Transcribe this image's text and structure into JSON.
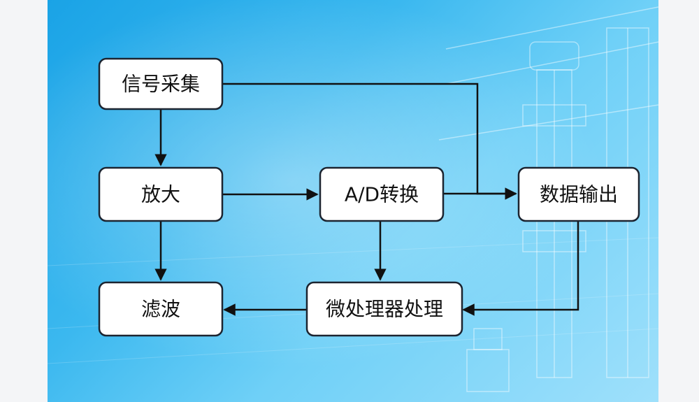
{
  "diagram": {
    "nodes": [
      {
        "id": "signal-acquisition",
        "label": "信号采集"
      },
      {
        "id": "amplify",
        "label": "放大"
      },
      {
        "id": "ad-convert",
        "label": "A/D转换"
      },
      {
        "id": "data-output",
        "label": "数据输出"
      },
      {
        "id": "filter",
        "label": "滤波"
      },
      {
        "id": "mcu-process",
        "label": "微处理器处理"
      }
    ],
    "edges": [
      {
        "from": "signal-acquisition",
        "to": "amplify"
      },
      {
        "from": "signal-acquisition",
        "to": "data-output"
      },
      {
        "from": "amplify",
        "to": "ad-convert"
      },
      {
        "from": "amplify",
        "to": "filter"
      },
      {
        "from": "ad-convert",
        "to": "data-output"
      },
      {
        "from": "ad-convert",
        "to": "mcu-process"
      },
      {
        "from": "data-output",
        "to": "mcu-process"
      },
      {
        "from": "mcu-process",
        "to": "filter"
      }
    ],
    "colors": {
      "background": "#2bb0ea",
      "node_fill": "#ffffff",
      "stroke": "#111111"
    }
  }
}
